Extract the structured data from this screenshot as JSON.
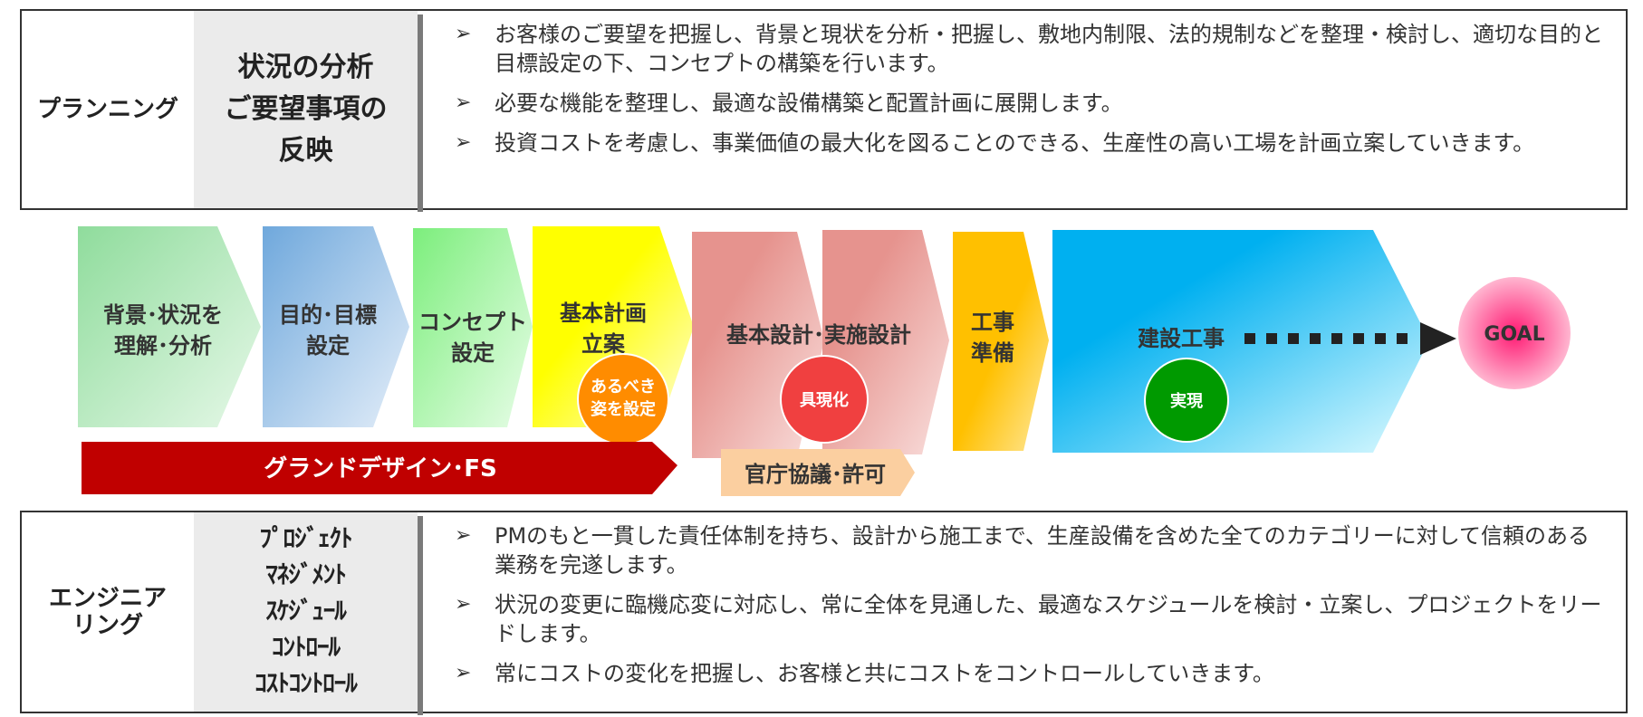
{
  "planning": {
    "label": "プランニング",
    "sub_lines": [
      "状況の分析",
      "ご要望事項の",
      "反映"
    ],
    "bullets": [
      "お客様のご要望を把握し、背景と現状を分析・把握し、敷地内制限、法的規制などを整理・検討し、適切な目的と目標設定の下、コンセプトの構築を行います。",
      "必要な機能を整理し、最適な設備構築と配置計画に展開します。",
      "投資コストを考慮し、事業価値の最大化を図ることのできる、生産性の高い工場を計画立案していきます。"
    ]
  },
  "engineering": {
    "label_lines": [
      "エンジニア",
      "リング"
    ],
    "sub_lines": [
      "ﾌﾟﾛｼﾞｪｸﾄ",
      "ﾏﾈｼﾞﾒﾝﾄ",
      "ｽｹｼﾞｭｰﾙ",
      "ｺﾝﾄﾛｰﾙ",
      "ｺｽﾄｺﾝﾄﾛｰﾙ"
    ],
    "bullets": [
      "PMのもと一貫した責任体制を持ち、設計から施工まで、生産設備を含めた全てのカテゴリーに対して信頼のある業務を完遂します。",
      "状況の変更に臨機応変に対応し、常に全体を見通した、最適なスケジュールを検討・立案し、プロジェクトをリードします。",
      "常にコストの変化を把握し、お客様と共にコストをコントロールしていきます。"
    ]
  },
  "bullet_marker": "➢",
  "flow": {
    "steps": [
      {
        "lines": [
          "背景･状況を",
          "理解･分析"
        ],
        "color": "#8fdc9c"
      },
      {
        "lines": [
          "目的･目標",
          "設定"
        ],
        "color": "#6fa8dc"
      },
      {
        "lines": [
          "コンセプト",
          "設定"
        ],
        "color": "#7cee7c"
      },
      {
        "lines": [
          "基本計画",
          "立案"
        ],
        "color": "#ffff00"
      },
      {
        "lines": [
          "基本設計･実施設計"
        ],
        "color": "#e6938e"
      },
      {
        "lines": [
          "工事",
          "準備"
        ],
        "color": "#ffc000"
      },
      {
        "lines": [
          "建設工事"
        ],
        "color": "#00b0f0"
      }
    ],
    "badges": [
      {
        "lines": [
          "あるべき",
          "姿を設定"
        ],
        "color": "#ff8c00"
      },
      {
        "lines": [
          "具現化"
        ],
        "color": "#f04040"
      },
      {
        "lines": [
          "実現"
        ],
        "color": "#009a00"
      }
    ],
    "goal": "GOAL",
    "grand_design": "グランドデザイン･FS",
    "permit": "官庁協議･許可",
    "colors": {
      "grand_design": "#c00000",
      "permit": "#fbcfa0",
      "goal": "#ff5fa0",
      "arrow": "#222222"
    }
  }
}
